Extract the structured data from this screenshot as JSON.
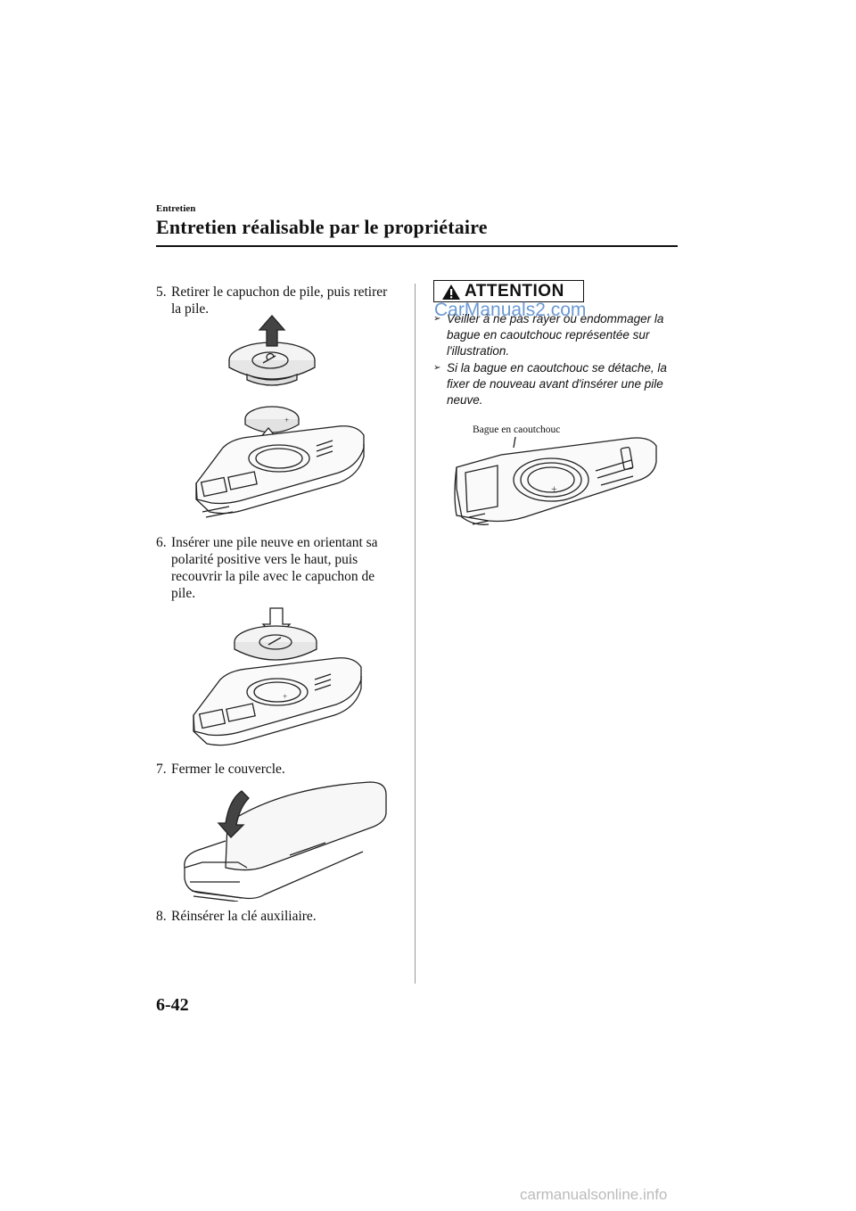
{
  "header": {
    "section": "Entretien",
    "title": "Entretien réalisable par le propriétaire"
  },
  "steps": [
    {
      "num": "5.",
      "text": "Retirer le capuchon de pile, puis retirer la pile."
    },
    {
      "num": "6.",
      "text": "Insérer une pile neuve en orientant sa polarité positive vers le haut, puis recouvrir la pile avec le capuchon de pile."
    },
    {
      "num": "7.",
      "text": "Fermer le couvercle."
    },
    {
      "num": "8.",
      "text": "Réinsérer la clé auxiliaire."
    }
  ],
  "attention": {
    "label": "ATTENTION",
    "items": [
      "Veiller à ne pas rayer ou endommager la bague en caoutchouc représentée sur l'illustration.",
      "Si la bague en caoutchouc se détache, la fixer de nouveau avant d'insérer une pile neuve."
    ],
    "figure_caption": "Bague en caoutchouc"
  },
  "watermark": "CarManuals2.com",
  "page_number": "6-42",
  "footer_watermark": "carmanualsonline.info"
}
